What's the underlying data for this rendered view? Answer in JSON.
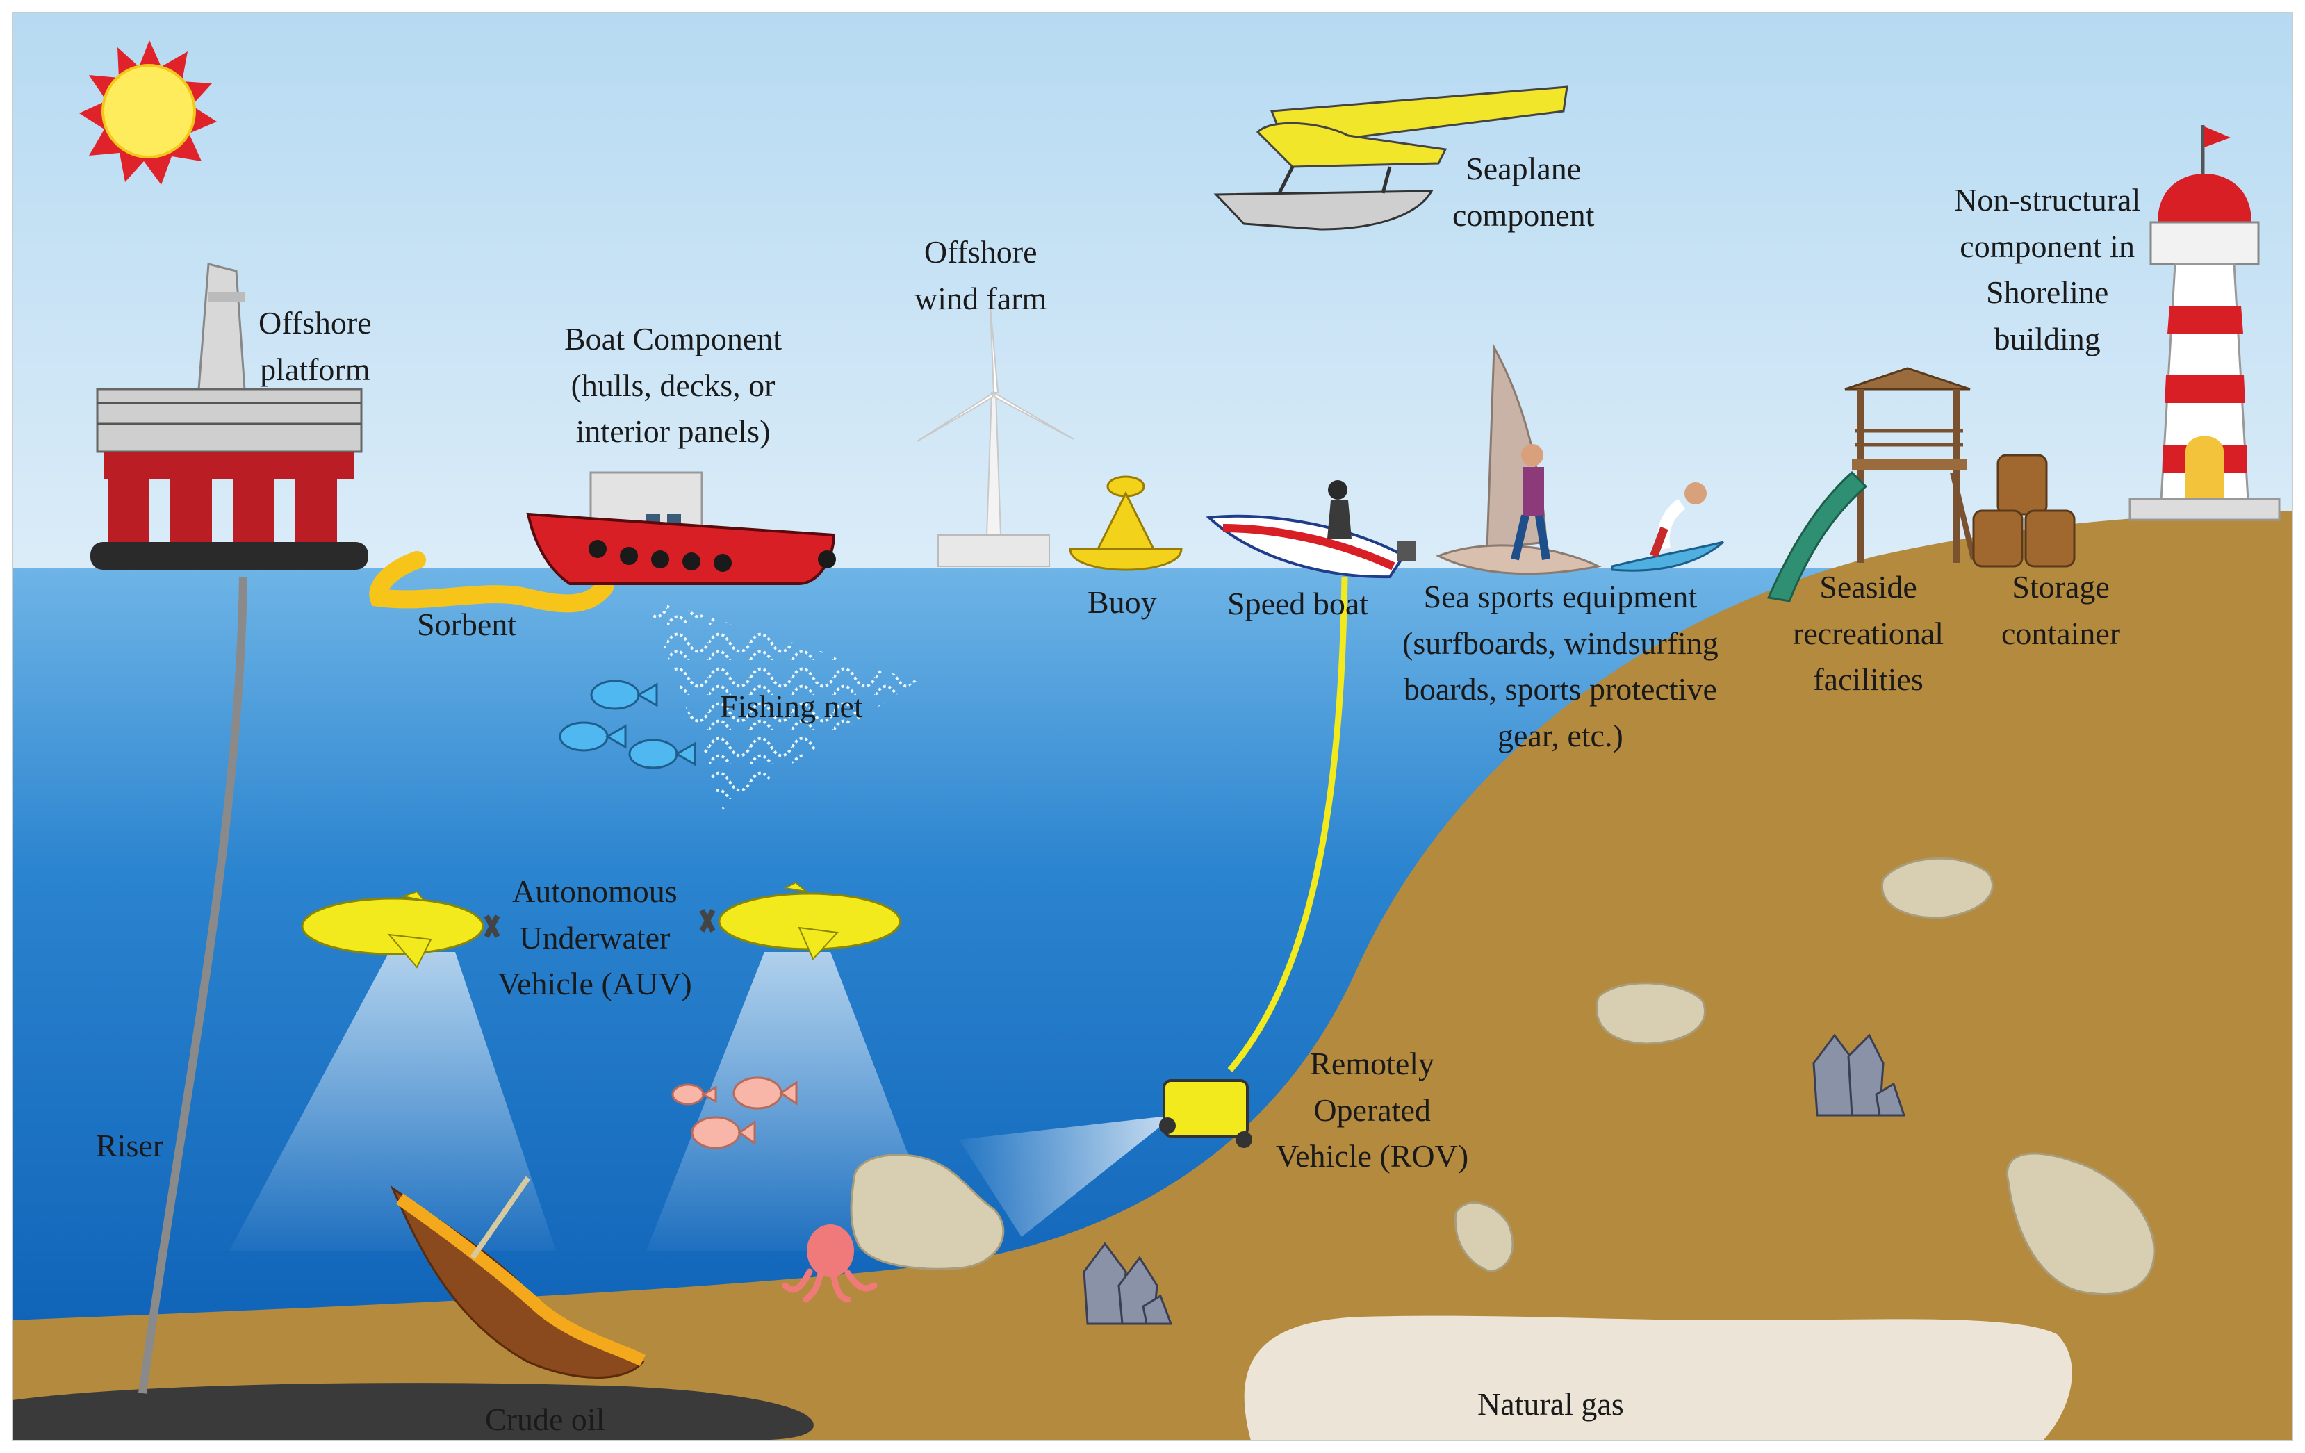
{
  "labels": {
    "offshore_platform": [
      "Offshore",
      "platform"
    ],
    "boat_component": [
      "Boat Component",
      "(hulls, decks, or",
      "interior panels)"
    ],
    "wind_farm": [
      "Offshore",
      "wind farm"
    ],
    "seaplane": [
      "Seaplane",
      "component"
    ],
    "shoreline_building": [
      "Non-structural",
      "component in",
      "Shoreline",
      "building"
    ],
    "sorbent": "Sorbent",
    "buoy": "Buoy",
    "speed_boat": "Speed boat",
    "sea_sports": [
      "Sea sports equipment",
      "(surfboards, windsurfing",
      "boards, sports protective",
      "gear, etc.)"
    ],
    "seaside_facilities": [
      "Seaside",
      "recreational",
      "facilities"
    ],
    "storage_container": [
      "Storage",
      "container"
    ],
    "fishing_net": "Fishing net",
    "auv": [
      "Autonomous",
      "Underwater",
      "Vehicle (AUV)"
    ],
    "riser": "Riser",
    "rov": [
      "Remotely",
      "Operated",
      "Vehicle (ROV)"
    ],
    "crude_oil": "Crude oil",
    "natural_gas": "Natural gas"
  },
  "colors": {
    "sky_top": "#b9dcf3",
    "sky_bottom": "#dcedf9",
    "sea_top": "#5ba8e0",
    "sea_bottom": "#0b5fb6",
    "seabed": "#b38a3e",
    "crude_oil": "#3a3a3a",
    "natural_gas": "#ece4d6",
    "auv_yellow": "#f2ea1d",
    "boat_red": "#d91f26",
    "sun": "#ffec5c",
    "sun_rays": "#e0222a"
  },
  "icons": [
    "sun-icon",
    "offshore-platform-icon",
    "boat-icon",
    "wind-turbine-icon",
    "seaplane-icon",
    "lighthouse-icon",
    "buoy-icon",
    "speed-boat-icon",
    "windsurfer-icon",
    "surfer-icon",
    "playground-icon",
    "barrel-icon",
    "fish-icon",
    "fishing-net-icon",
    "auv-icon",
    "rov-icon",
    "shipwreck-icon",
    "octopus-icon",
    "rock-icon",
    "crystal-icon",
    "sorbent-icon"
  ]
}
